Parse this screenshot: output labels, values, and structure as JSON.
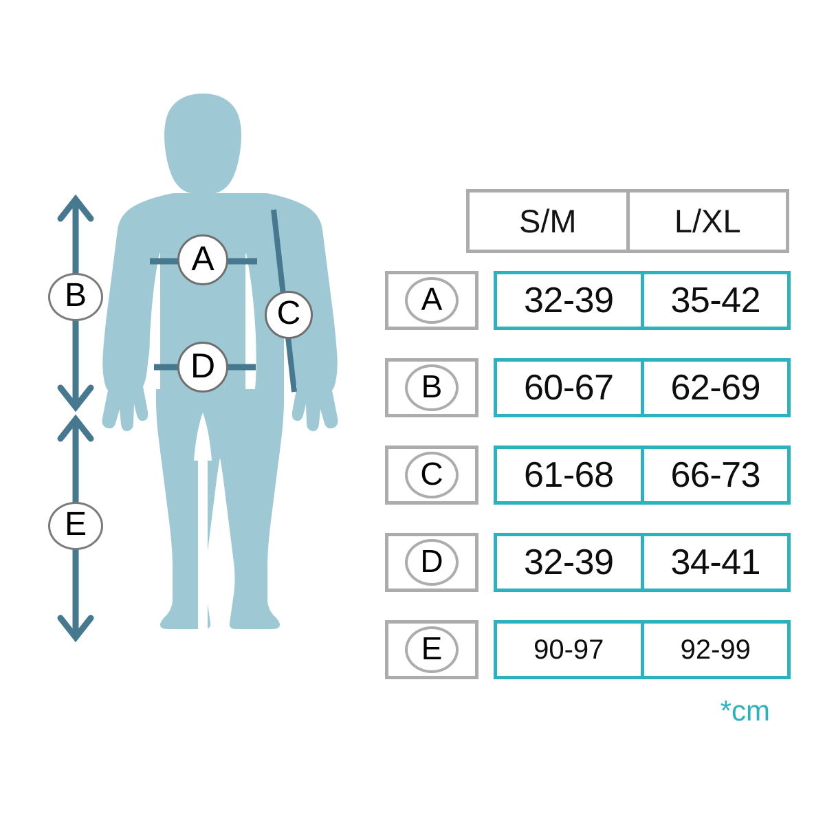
{
  "figure": {
    "alt_name": "male-body-silhouette",
    "body_color": "#9ec9d4",
    "line_color": "#46788f",
    "markers": [
      {
        "id": "A",
        "label": "A",
        "kind": "chest-line"
      },
      {
        "id": "B",
        "label": "B",
        "kind": "vertical-arrow-upper"
      },
      {
        "id": "C",
        "label": "C",
        "kind": "arm-line"
      },
      {
        "id": "D",
        "label": "D",
        "kind": "waist-line"
      },
      {
        "id": "E",
        "label": "E",
        "kind": "vertical-arrow-lower"
      }
    ]
  },
  "table": {
    "accent_color": "#2bb2bd",
    "header_color": "#acacac",
    "columns": [
      "S/M",
      "L/XL"
    ],
    "rows": [
      {
        "label": "A",
        "values": [
          "32-39",
          "35-42"
        ]
      },
      {
        "label": "B",
        "values": [
          "60-67",
          "62-69"
        ]
      },
      {
        "label": "C",
        "values": [
          "61-68",
          "66-73"
        ]
      },
      {
        "label": "D",
        "values": [
          "32-39",
          "34-41"
        ]
      },
      {
        "label": "E",
        "values": [
          "90-97",
          "92-99"
        ]
      }
    ],
    "unit_note": "*cm"
  }
}
